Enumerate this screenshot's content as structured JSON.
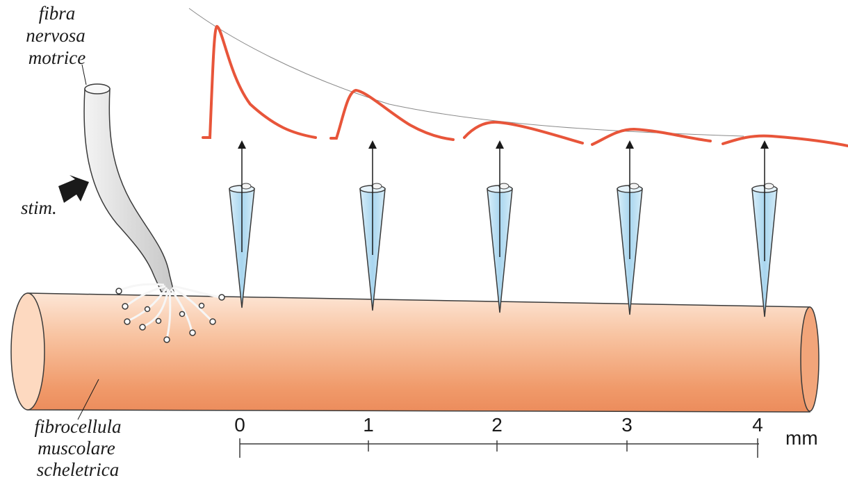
{
  "labels": {
    "nerve_fiber": [
      "fibra",
      "nervosa",
      "motrice"
    ],
    "stimulus": "stim.",
    "muscle_fiber": [
      "fibrocellula",
      "muscolare",
      "scheletrica"
    ]
  },
  "scale": {
    "ticks": [
      "0",
      "1",
      "2",
      "3",
      "4"
    ],
    "unit": "mm"
  },
  "electrode_count": 5,
  "colors": {
    "trace": "#e8553a",
    "muscle_light": "#fde3d2",
    "muscle_dark": "#f29a6c",
    "electrode": "#bfe0f2",
    "nerve": "#ececec"
  }
}
